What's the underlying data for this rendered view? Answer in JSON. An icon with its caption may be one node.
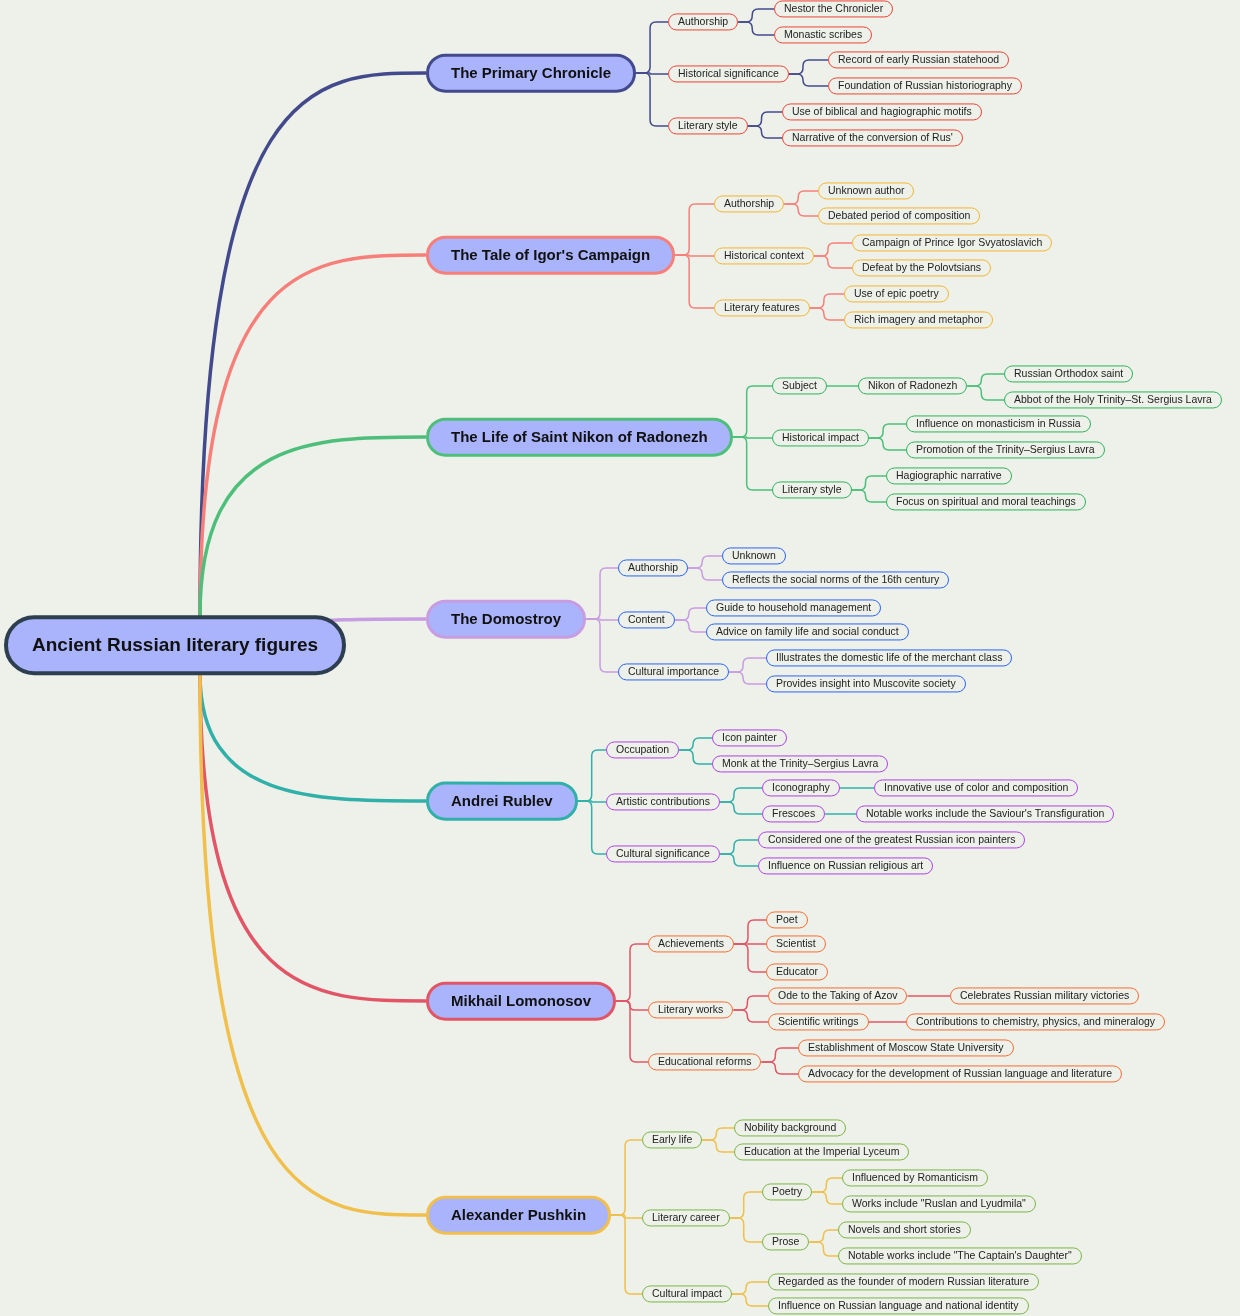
{
  "diagram": {
    "nodes": [
      {
        "text": [
          "Ancient Russian literary figures"
        ]
      },
      {
        "text": [
          "The Primary Chronicle"
        ]
      },
      {
        "text": [
          "Authorship"
        ]
      },
      {
        "text": [
          "Nestor the Chronicler"
        ]
      },
      {
        "text": [
          "Monastic scribes"
        ]
      },
      {
        "text": [
          "Historical significance"
        ]
      },
      {
        "text": [
          "Record of early Russian statehood"
        ]
      },
      {
        "text": [
          "Foundation of Russian historiography"
        ]
      },
      {
        "text": [
          "Literary style"
        ]
      },
      {
        "text": [
          "Use of biblical and hagiographic motifs"
        ]
      },
      {
        "text": [
          "Narrative of the conversion of Rus'"
        ]
      },
      {
        "text": [
          "The Tale of Igor's Campaign"
        ]
      },
      {
        "text": [
          "Authorship"
        ]
      },
      {
        "text": [
          "Unknown author"
        ]
      },
      {
        "text": [
          "Debated period of composition"
        ]
      },
      {
        "text": [
          "Historical context"
        ]
      },
      {
        "text": [
          "Campaign of Prince Igor Svyatoslavich"
        ]
      },
      {
        "text": [
          "Defeat by the Polovtsians"
        ]
      },
      {
        "text": [
          "Literary features"
        ]
      },
      {
        "text": [
          "Use of epic poetry"
        ]
      },
      {
        "text": [
          "Rich imagery and metaphor"
        ]
      },
      {
        "text": [
          "The Life of Saint Nikon of Radonezh"
        ]
      },
      {
        "text": [
          "Subject"
        ]
      },
      {
        "text": [
          "Nikon of Radonezh"
        ]
      },
      {
        "text": [
          "Russian Orthodox saint"
        ]
      },
      {
        "text": [
          "Abbot of the Holy Trinity–St. Sergius Lavra"
        ]
      },
      {
        "text": [
          "Historical impact"
        ]
      },
      {
        "text": [
          "Influence on monasticism in Russia"
        ]
      },
      {
        "text": [
          "Promotion of the Trinity–Sergius Lavra"
        ]
      },
      {
        "text": [
          "Literary style"
        ]
      },
      {
        "text": [
          "Hagiographic narrative"
        ]
      },
      {
        "text": [
          "Focus on spiritual and moral teachings"
        ]
      },
      {
        "text": [
          "The Domostroy"
        ]
      },
      {
        "text": [
          "Authorship"
        ]
      },
      {
        "text": [
          "Unknown"
        ]
      },
      {
        "text": [
          "Reflects the social norms of the 16th century"
        ]
      },
      {
        "text": [
          "Content"
        ]
      },
      {
        "text": [
          "Guide to household management"
        ]
      },
      {
        "text": [
          "Advice on family life and social conduct"
        ]
      },
      {
        "text": [
          "Cultural importance"
        ]
      },
      {
        "text": [
          "Illustrates the domestic life of the merchant class"
        ]
      },
      {
        "text": [
          "Provides insight into Muscovite society"
        ]
      },
      {
        "text": [
          "Andrei Rublev"
        ]
      },
      {
        "text": [
          "Occupation"
        ]
      },
      {
        "text": [
          "Icon painter"
        ]
      },
      {
        "text": [
          "Monk at the Trinity–Sergius Lavra"
        ]
      },
      {
        "text": [
          "Artistic contributions"
        ]
      },
      {
        "text": [
          "Iconography"
        ]
      },
      {
        "text": [
          "Innovative use of color and composition"
        ]
      },
      {
        "text": [
          "Frescoes"
        ]
      },
      {
        "text": [
          "Notable works include the Saviour's Transfiguration"
        ]
      },
      {
        "text": [
          "Cultural significance"
        ]
      },
      {
        "text": [
          "Considered one of the greatest Russian icon painters"
        ]
      },
      {
        "text": [
          "Influence on Russian religious art"
        ]
      },
      {
        "text": [
          "Mikhail Lomonosov"
        ]
      },
      {
        "text": [
          "Achievements"
        ]
      },
      {
        "text": [
          "Poet"
        ]
      },
      {
        "text": [
          "Scientist"
        ]
      },
      {
        "text": [
          "Educator"
        ]
      },
      {
        "text": [
          "Literary works"
        ]
      },
      {
        "text": [
          "Ode to the Taking of Azov"
        ]
      },
      {
        "text": [
          "Celebrates Russian military victories"
        ]
      },
      {
        "text": [
          "Scientific writings"
        ]
      },
      {
        "text": [
          "Contributions to chemistry, physics, and mineralogy"
        ]
      },
      {
        "text": [
          "Educational reforms"
        ]
      },
      {
        "text": [
          "Establishment of Moscow State University"
        ]
      },
      {
        "text": [
          "Advocacy for the development of Russian language and literature"
        ]
      },
      {
        "text": [
          "Alexander Pushkin"
        ]
      },
      {
        "text": [
          "Early life"
        ]
      },
      {
        "text": [
          "Nobility background"
        ]
      },
      {
        "text": [
          "Education at the Imperial Lyceum"
        ]
      },
      {
        "text": [
          "Literary career"
        ]
      },
      {
        "text": [
          "Poetry"
        ]
      },
      {
        "text": [
          "Influenced by Romanticism"
        ]
      },
      {
        "text": [
          "Works include \"Ruslan and Lyudmila\""
        ]
      },
      {
        "text": [
          "Prose"
        ]
      },
      {
        "text": [
          "Novels and short stories"
        ]
      },
      {
        "text": [
          "Notable works include \"The Captain's Daughter\""
        ]
      },
      {
        "text": [
          "Cultural impact"
        ]
      },
      {
        "text": [
          "Regarded as the founder of modern Russian literature"
        ]
      },
      {
        "text": [
          "Influence on Russian language and national identity"
        ]
      }
    ],
    "edges": [
      {
        "from": 0,
        "to": 1,
        "arrow": "none",
        "style": "thick",
        "color": "#434a8c"
      },
      {
        "from": 1,
        "to": 2,
        "arrow": "none",
        "color": "#434a8c"
      },
      {
        "from": 2,
        "to": 3,
        "arrow": "none",
        "color": "#434a8c"
      },
      {
        "from": 2,
        "to": 4,
        "arrow": "none",
        "color": "#434a8c"
      },
      {
        "from": 1,
        "to": 5,
        "arrow": "none",
        "color": "#434a8c"
      },
      {
        "from": 5,
        "to": 6,
        "arrow": "none",
        "color": "#434a8c"
      },
      {
        "from": 5,
        "to": 7,
        "arrow": "none",
        "color": "#434a8c"
      },
      {
        "from": 1,
        "to": 8,
        "arrow": "none",
        "color": "#434a8c"
      },
      {
        "from": 8,
        "to": 9,
        "arrow": "none",
        "color": "#434a8c"
      },
      {
        "from": 8,
        "to": 10,
        "arrow": "none",
        "color": "#434a8c"
      },
      {
        "from": 0,
        "to": 11,
        "arrow": "none",
        "style": "thick",
        "color": "#f77f7a"
      },
      {
        "from": 11,
        "to": 12,
        "arrow": "none",
        "color": "#f77f7a"
      },
      {
        "from": 12,
        "to": 13,
        "arrow": "none",
        "color": "#f77f7a"
      },
      {
        "from": 12,
        "to": 14,
        "arrow": "none",
        "color": "#f77f7a"
      },
      {
        "from": 11,
        "to": 15,
        "arrow": "none",
        "color": "#f77f7a"
      },
      {
        "from": 15,
        "to": 16,
        "arrow": "none",
        "color": "#f77f7a"
      },
      {
        "from": 15,
        "to": 17,
        "arrow": "none",
        "color": "#f77f7a"
      },
      {
        "from": 11,
        "to": 18,
        "arrow": "none",
        "color": "#f77f7a"
      },
      {
        "from": 18,
        "to": 19,
        "arrow": "none",
        "color": "#f77f7a"
      },
      {
        "from": 18,
        "to": 20,
        "arrow": "none",
        "color": "#f77f7a"
      },
      {
        "from": 0,
        "to": 21,
        "arrow": "none",
        "style": "thick",
        "color": "#4ebf7b"
      },
      {
        "from": 21,
        "to": 22,
        "arrow": "none",
        "color": "#4ebf7b"
      },
      {
        "from": 22,
        "to": 23,
        "arrow": "none",
        "color": "#4ebf7b"
      },
      {
        "from": 23,
        "to": 24,
        "arrow": "none",
        "color": "#4ebf7b"
      },
      {
        "from": 23,
        "to": 25,
        "arrow": "none",
        "color": "#4ebf7b"
      },
      {
        "from": 21,
        "to": 26,
        "arrow": "none",
        "color": "#4ebf7b"
      },
      {
        "from": 26,
        "to": 27,
        "arrow": "none",
        "color": "#4ebf7b"
      },
      {
        "from": 26,
        "to": 28,
        "arrow": "none",
        "color": "#4ebf7b"
      },
      {
        "from": 21,
        "to": 29,
        "arrow": "none",
        "color": "#4ebf7b"
      },
      {
        "from": 29,
        "to": 30,
        "arrow": "none",
        "color": "#4ebf7b"
      },
      {
        "from": 29,
        "to": 31,
        "arrow": "none",
        "color": "#4ebf7b"
      },
      {
        "from": 0,
        "to": 32,
        "arrow": "none",
        "style": "thick",
        "color": "#c89ce0"
      },
      {
        "from": 32,
        "to": 33,
        "arrow": "none",
        "color": "#c89ce0"
      },
      {
        "from": 33,
        "to": 34,
        "arrow": "none",
        "color": "#c89ce0"
      },
      {
        "from": 33,
        "to": 35,
        "arrow": "none",
        "color": "#c89ce0"
      },
      {
        "from": 32,
        "to": 36,
        "arrow": "none",
        "color": "#c89ce0"
      },
      {
        "from": 36,
        "to": 37,
        "arrow": "none",
        "color": "#c89ce0"
      },
      {
        "from": 36,
        "to": 38,
        "arrow": "none",
        "color": "#c89ce0"
      },
      {
        "from": 32,
        "to": 39,
        "arrow": "none",
        "color": "#c89ce0"
      },
      {
        "from": 39,
        "to": 40,
        "arrow": "none",
        "color": "#c89ce0"
      },
      {
        "from": 39,
        "to": 41,
        "arrow": "none",
        "color": "#c89ce0"
      },
      {
        "from": 0,
        "to": 42,
        "arrow": "none",
        "style": "thick",
        "color": "#30b0a8"
      },
      {
        "from": 42,
        "to": 43,
        "arrow": "none",
        "color": "#30b0a8"
      },
      {
        "from": 43,
        "to": 44,
        "arrow": "none",
        "color": "#30b0a8"
      },
      {
        "from": 43,
        "to": 45,
        "arrow": "none",
        "color": "#30b0a8"
      },
      {
        "from": 42,
        "to": 46,
        "arrow": "none",
        "color": "#30b0a8"
      },
      {
        "from": 46,
        "to": 47,
        "arrow": "none",
        "color": "#30b0a8"
      },
      {
        "from": 47,
        "to": 48,
        "arrow": "none",
        "color": "#30b0a8"
      },
      {
        "from": 46,
        "to": 49,
        "arrow": "none",
        "color": "#30b0a8"
      },
      {
        "from": 49,
        "to": 50,
        "arrow": "none",
        "color": "#30b0a8"
      },
      {
        "from": 42,
        "to": 51,
        "arrow": "none",
        "color": "#30b0a8"
      },
      {
        "from": 51,
        "to": 52,
        "arrow": "none",
        "color": "#30b0a8"
      },
      {
        "from": 51,
        "to": 53,
        "arrow": "none",
        "color": "#30b0a8"
      },
      {
        "from": 0,
        "to": 54,
        "arrow": "none",
        "style": "thick",
        "color": "#e25566"
      },
      {
        "from": 54,
        "to": 55,
        "arrow": "none",
        "color": "#e25566"
      },
      {
        "from": 55,
        "to": 56,
        "arrow": "none",
        "color": "#e25566"
      },
      {
        "from": 55,
        "to": 57,
        "arrow": "none",
        "color": "#e25566"
      },
      {
        "from": 55,
        "to": 58,
        "arrow": "none",
        "color": "#e25566"
      },
      {
        "from": 54,
        "to": 59,
        "arrow": "none",
        "color": "#e25566"
      },
      {
        "from": 59,
        "to": 60,
        "arrow": "none",
        "color": "#e25566"
      },
      {
        "from": 60,
        "to": 61,
        "arrow": "none",
        "color": "#e25566"
      },
      {
        "from": 59,
        "to": 62,
        "arrow": "none",
        "color": "#e25566"
      },
      {
        "from": 62,
        "to": 63,
        "arrow": "none",
        "color": "#e25566"
      },
      {
        "from": 54,
        "to": 64,
        "arrow": "none",
        "color": "#e25566"
      },
      {
        "from": 64,
        "to": 65,
        "arrow": "none",
        "color": "#e25566"
      },
      {
        "from": 64,
        "to": 66,
        "arrow": "none",
        "color": "#e25566"
      },
      {
        "from": 0,
        "to": 67,
        "arrow": "none",
        "style": "thick",
        "color": "#f0bf4c"
      },
      {
        "from": 67,
        "to": 68,
        "arrow": "none",
        "color": "#f0bf4c"
      },
      {
        "from": 68,
        "to": 69,
        "arrow": "none",
        "color": "#f0bf4c"
      },
      {
        "from": 68,
        "to": 70,
        "arrow": "none",
        "color": "#f0bf4c"
      },
      {
        "from": 67,
        "to": 71,
        "arrow": "none",
        "color": "#f0bf4c"
      },
      {
        "from": 71,
        "to": 72,
        "arrow": "none",
        "color": "#f0bf4c"
      },
      {
        "from": 72,
        "to": 73,
        "arrow": "none",
        "color": "#f0bf4c"
      },
      {
        "from": 72,
        "to": 74,
        "arrow": "none",
        "color": "#f0bf4c"
      },
      {
        "from": 71,
        "to": 75,
        "arrow": "none",
        "color": "#f0bf4c"
      },
      {
        "from": 75,
        "to": 76,
        "arrow": "none",
        "color": "#f0bf4c"
      },
      {
        "from": 75,
        "to": 77,
        "arrow": "none",
        "color": "#f0bf4c"
      },
      {
        "from": 67,
        "to": 78,
        "arrow": "none",
        "color": "#f0bf4c"
      },
      {
        "from": 78,
        "to": 79,
        "arrow": "none",
        "color": "#f0bf4c"
      },
      {
        "from": 78,
        "to": 80,
        "arrow": "none",
        "color": "#f0bf4c"
      }
    ]
  }
}
